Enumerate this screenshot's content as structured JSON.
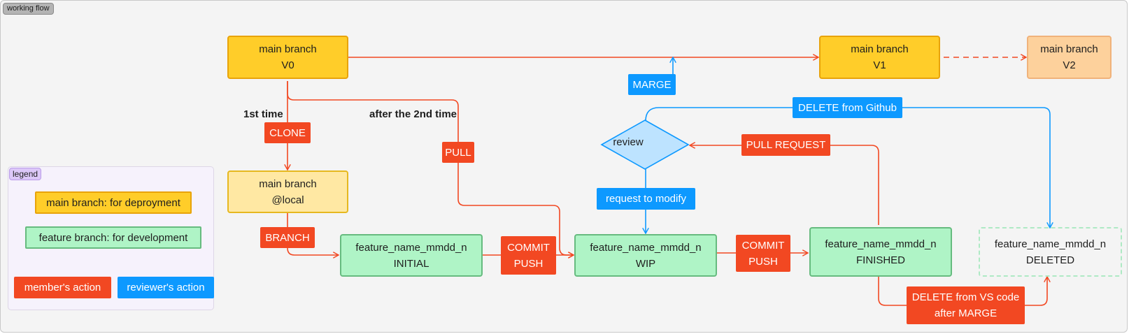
{
  "frame": {
    "title": "working flow"
  },
  "nodes": {
    "main_v0": [
      "main branch",
      "V0"
    ],
    "main_v1": [
      "main branch",
      "V1"
    ],
    "main_v2": [
      "main branch",
      "V2"
    ],
    "main_local": [
      "main branch",
      "@local"
    ],
    "feature_initial": [
      "feature_name_mmdd_n",
      "INITIAL"
    ],
    "feature_wip": [
      "feature_name_mmdd_n",
      "WIP"
    ],
    "feature_finished": [
      "feature_name_mmdd_n",
      "FINISHED"
    ],
    "feature_deleted": [
      "feature_name_mmdd_n",
      "DELETED"
    ],
    "review": "review"
  },
  "labels": {
    "first_time": "1st time",
    "after_second": "after the 2nd time"
  },
  "actions": {
    "clone": "CLONE",
    "pull": "PULL",
    "branch": "BRANCH",
    "commit_push_1": [
      "COMMIT",
      "PUSH"
    ],
    "commit_push_2": [
      "COMMIT",
      "PUSH"
    ],
    "pull_request": "PULL REQUEST",
    "delete_vscode": [
      "DELETE from VS code",
      "after MARGE"
    ],
    "marge": "MARGE",
    "delete_github": "DELETE from Github",
    "request_modify": "request to modify"
  },
  "legend": {
    "title": "legend",
    "main": "main branch: for deproyment",
    "feature": "feature branch: for development",
    "member": "member's action",
    "reviewer": "reviewer's action"
  },
  "colors": {
    "member_action": "#f24822",
    "reviewer_action": "#0d99ff",
    "main_branch": "#ffcd29",
    "feature_branch": "#aff4c6"
  }
}
